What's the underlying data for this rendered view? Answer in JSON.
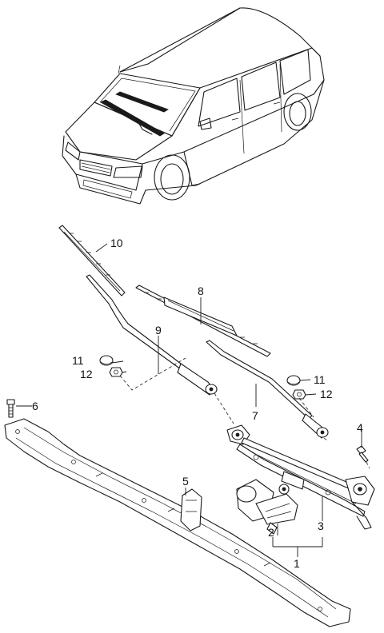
{
  "callouts": {
    "p1": "1",
    "p2": "2",
    "p3": "3",
    "p4": "4",
    "p5": "5",
    "p6": "6",
    "p7": "7",
    "p8": "8",
    "p9": "9",
    "p10": "10",
    "p11a": "11",
    "p11b": "11",
    "p12a": "12",
    "p12b": "12"
  }
}
